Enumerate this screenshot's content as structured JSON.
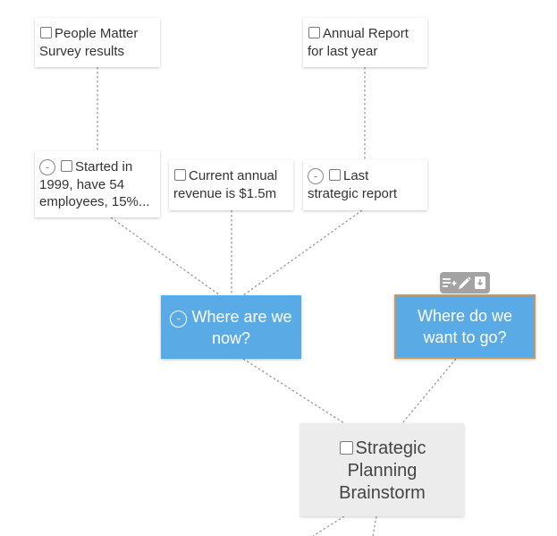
{
  "colors": {
    "topic_fill": "#5aaae6",
    "selected_border": "#c79a5a",
    "root_fill": "#ececec",
    "connector": "#9a9a9a",
    "toolbar": "#a3a3a3"
  },
  "mindmap": {
    "root": {
      "label": "Strategic Planning Brainstorm",
      "has_checkbox": true
    },
    "topics": [
      {
        "id": "now",
        "label": "Where are we now?",
        "collapse_symbol": "-",
        "selected": false
      },
      {
        "id": "future",
        "label": "Where do we want to go?",
        "selected": true
      }
    ],
    "ideas": [
      {
        "id": "started",
        "label": "Started in 1999, have 54 employees, 15%...",
        "collapse_symbol": "-",
        "has_checkbox": true
      },
      {
        "id": "revenue",
        "label": "Current annual revenue is $1.5m",
        "has_checkbox": true
      },
      {
        "id": "strategic",
        "label": "Last strategic report",
        "collapse_symbol": "-",
        "has_checkbox": true
      },
      {
        "id": "survey",
        "label": "People Matter Survey results",
        "has_checkbox": true
      },
      {
        "id": "annual",
        "label": "Annual Report for last year",
        "has_checkbox": true
      }
    ]
  },
  "toolbar": {
    "icons": [
      "add-child-icon",
      "edit-icon",
      "collapse-node-icon"
    ]
  }
}
